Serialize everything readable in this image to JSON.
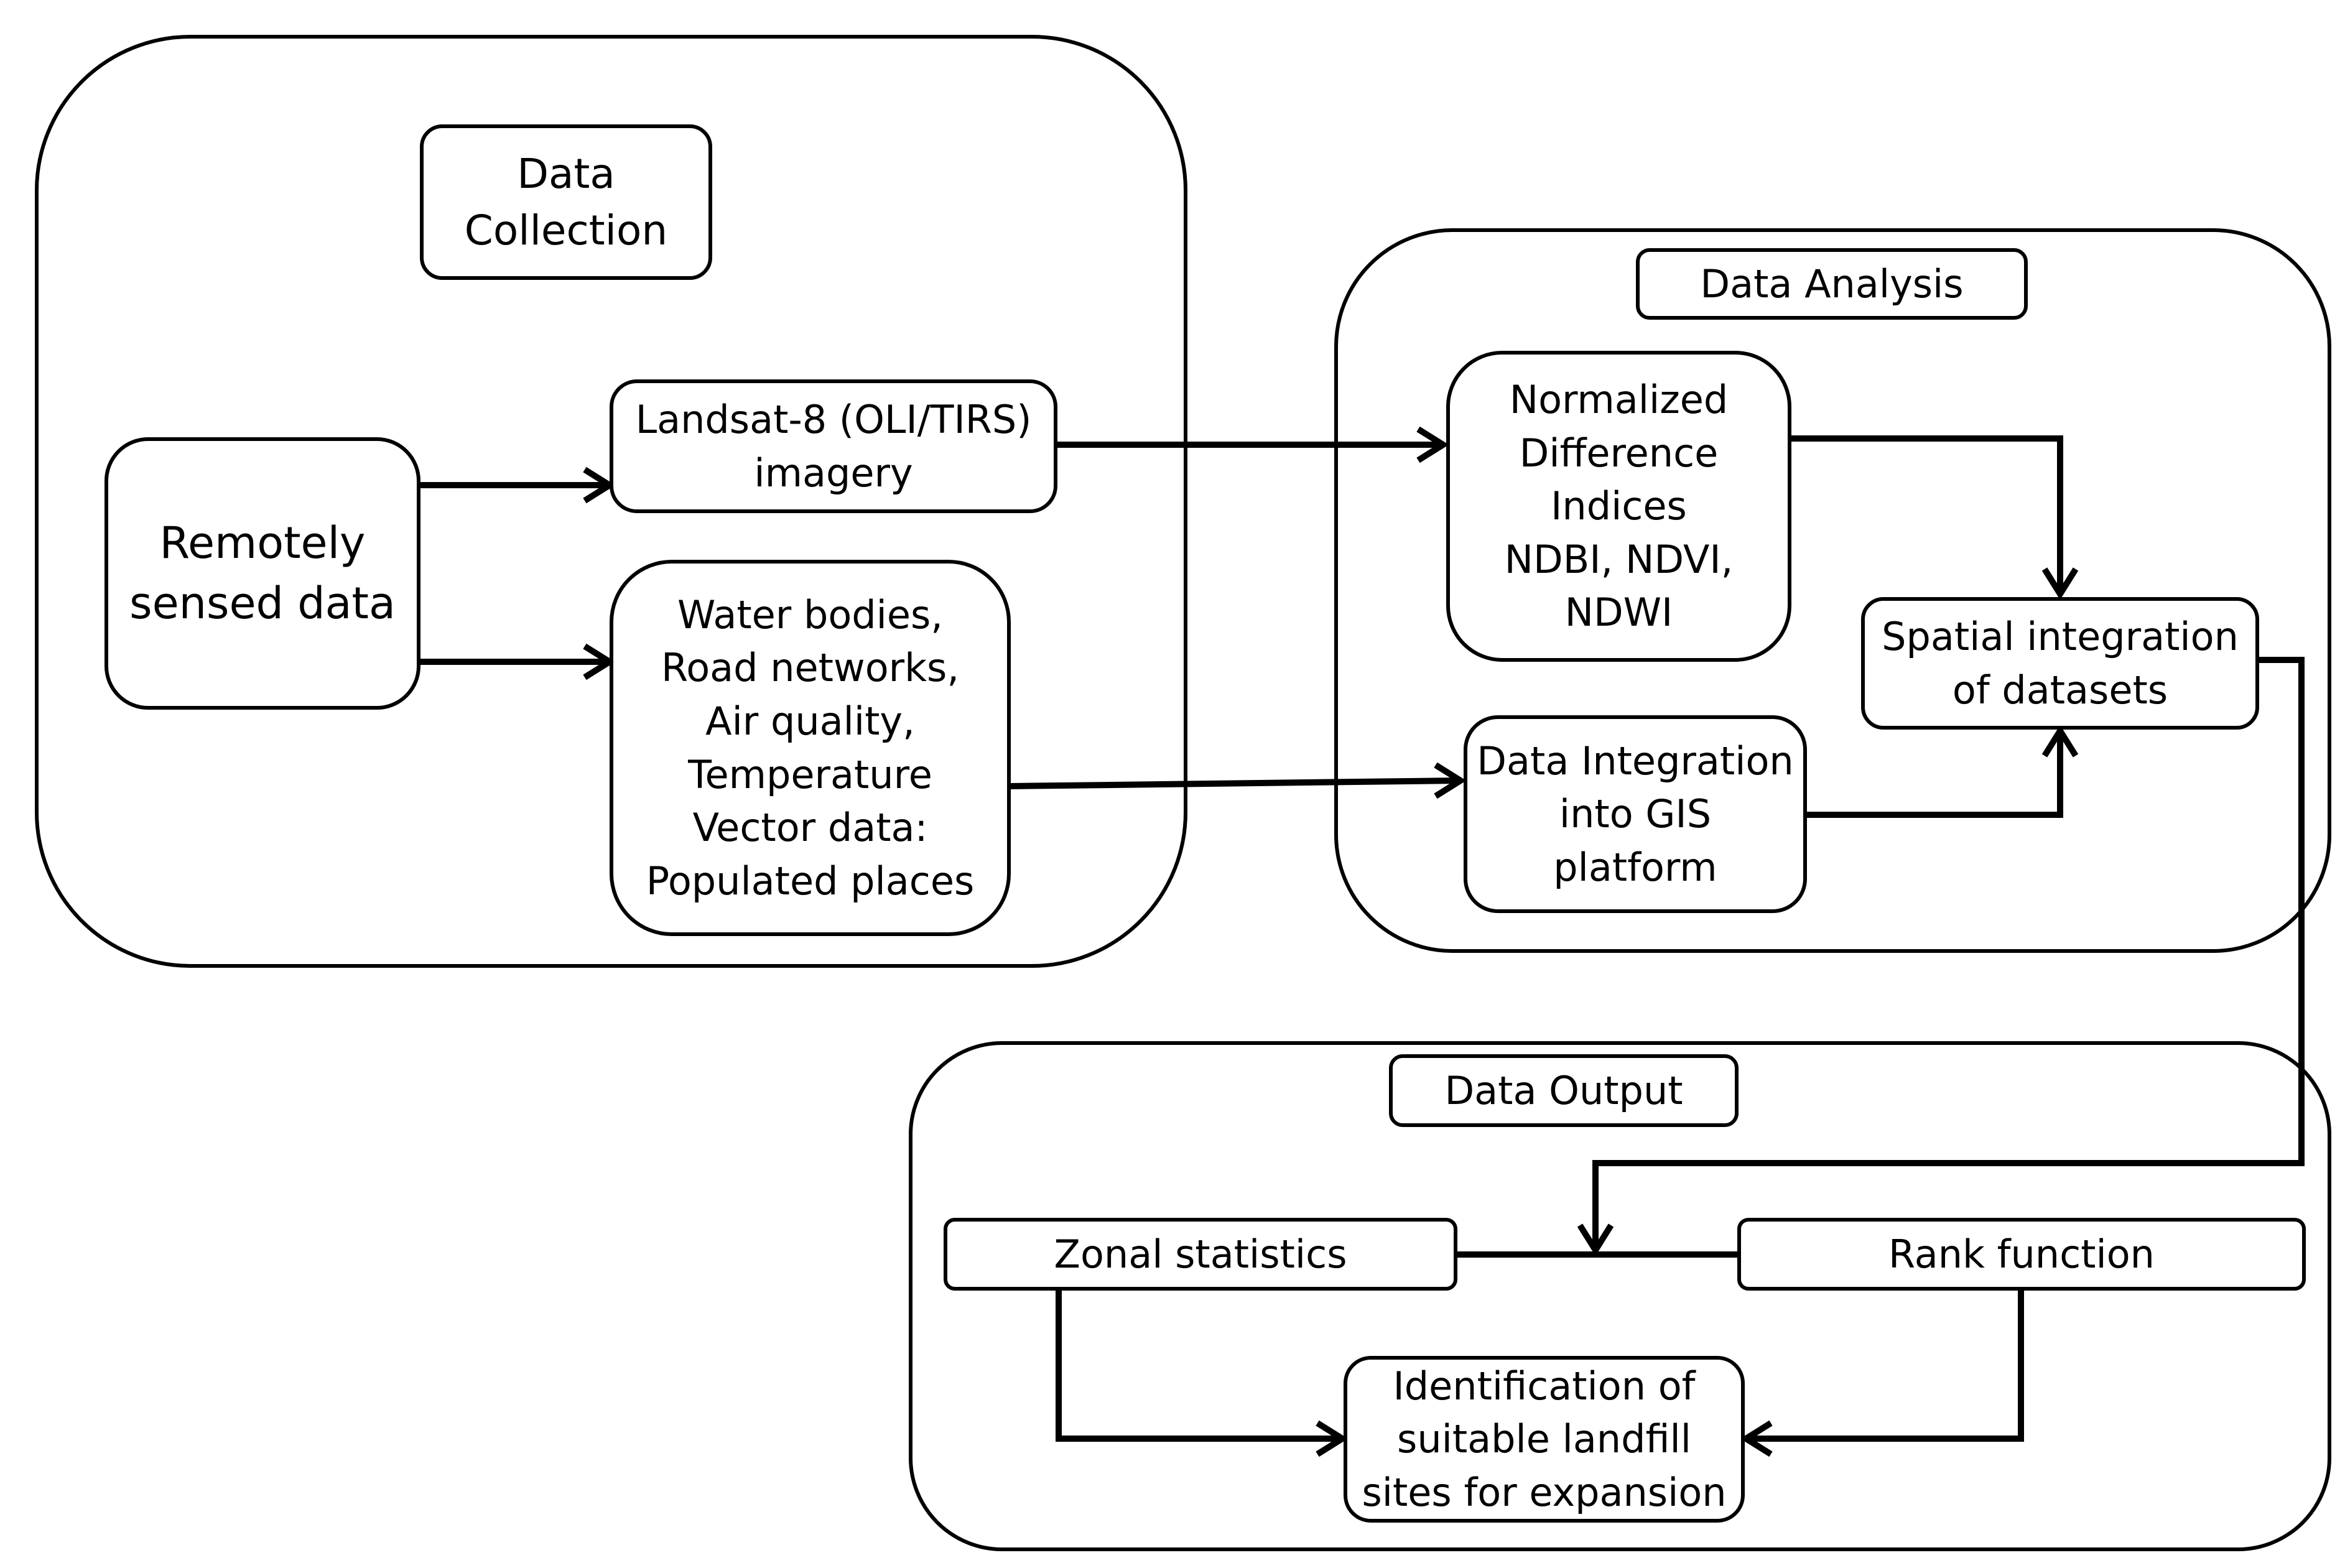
{
  "groups": {
    "collection": {
      "title": "Data\nCollection"
    },
    "analysis": {
      "title": "Data Analysis"
    },
    "output": {
      "title": "Data Output"
    }
  },
  "nodes": {
    "remote": "Remotely\nsensed data",
    "landsat": "Landsat-8 (OLI/TIRS)\nimagery",
    "vector": "Water bodies,\nRoad networks,\nAir quality,\nTemperature\nVector data:\nPopulated places",
    "ndi": "Normalized\nDifference\nIndices\nNDBI, NDVI,\nNDWI",
    "gis": "Data Integration\ninto GIS\nplatform",
    "spatial": "Spatial integration\nof datasets",
    "zonal": "Zonal statistics",
    "rank": "Rank function",
    "sites": "Identification of\nsuitable landfill\nsites for expansion"
  },
  "colors": {
    "stroke": "#000000",
    "background": "#ffffff"
  }
}
